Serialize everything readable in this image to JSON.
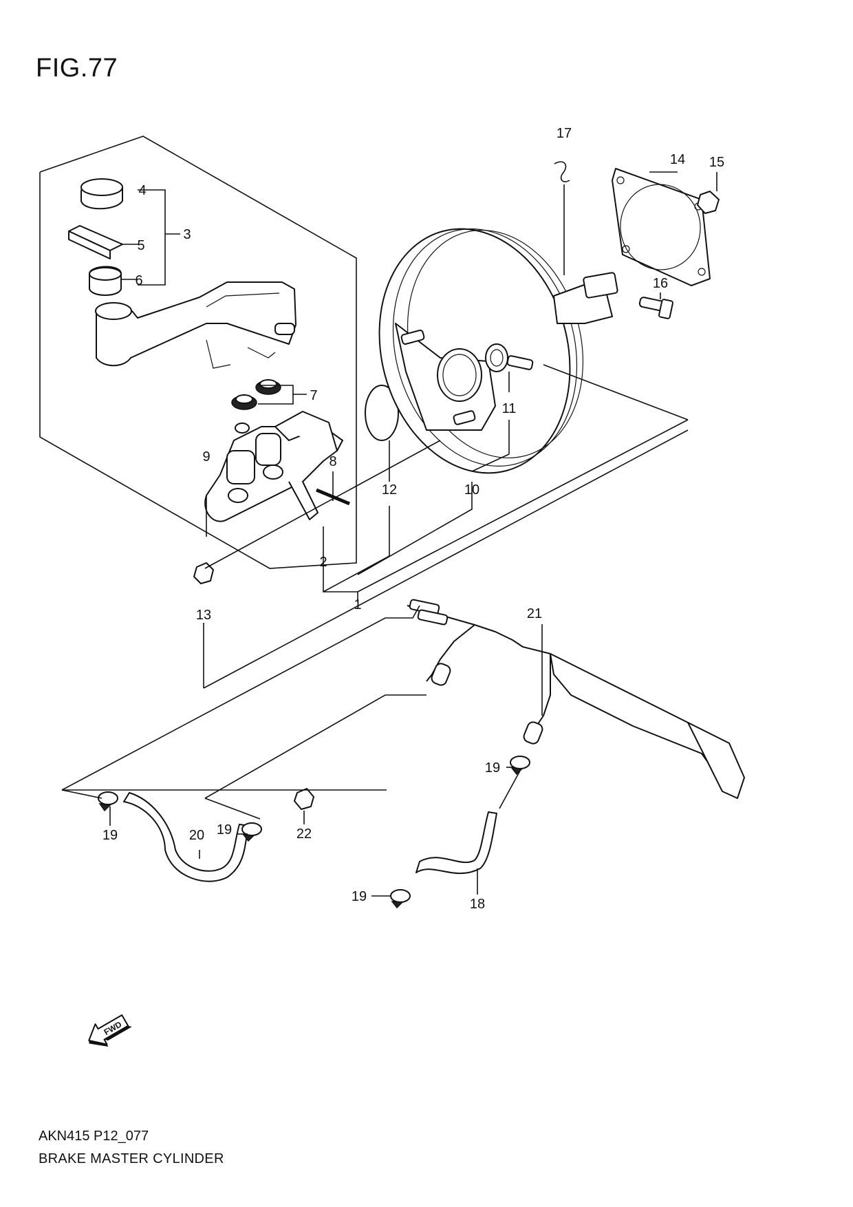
{
  "figure_label": "FIG.77",
  "footer": {
    "code": "AKN415 P12_077",
    "title": "BRAKE MASTER CYLINDER"
  },
  "fwd_label": "FWD",
  "callouts": [
    {
      "id": "c1",
      "label": "1"
    },
    {
      "id": "c2",
      "label": "2"
    },
    {
      "id": "c3",
      "label": "3"
    },
    {
      "id": "c4",
      "label": "4"
    },
    {
      "id": "c5",
      "label": "5"
    },
    {
      "id": "c6",
      "label": "6"
    },
    {
      "id": "c7",
      "label": "7"
    },
    {
      "id": "c8",
      "label": "8"
    },
    {
      "id": "c9",
      "label": "9"
    },
    {
      "id": "c10",
      "label": "10"
    },
    {
      "id": "c11",
      "label": "11"
    },
    {
      "id": "c12",
      "label": "12"
    },
    {
      "id": "c13",
      "label": "13"
    },
    {
      "id": "c14",
      "label": "14"
    },
    {
      "id": "c15",
      "label": "15"
    },
    {
      "id": "c16",
      "label": "16"
    },
    {
      "id": "c17",
      "label": "17"
    },
    {
      "id": "c18",
      "label": "18"
    },
    {
      "id": "c19a",
      "label": "19"
    },
    {
      "id": "c19b",
      "label": "19"
    },
    {
      "id": "c19c",
      "label": "19"
    },
    {
      "id": "c19d",
      "label": "19"
    },
    {
      "id": "c20",
      "label": "20"
    },
    {
      "id": "c21",
      "label": "21"
    },
    {
      "id": "c22",
      "label": "22"
    }
  ]
}
